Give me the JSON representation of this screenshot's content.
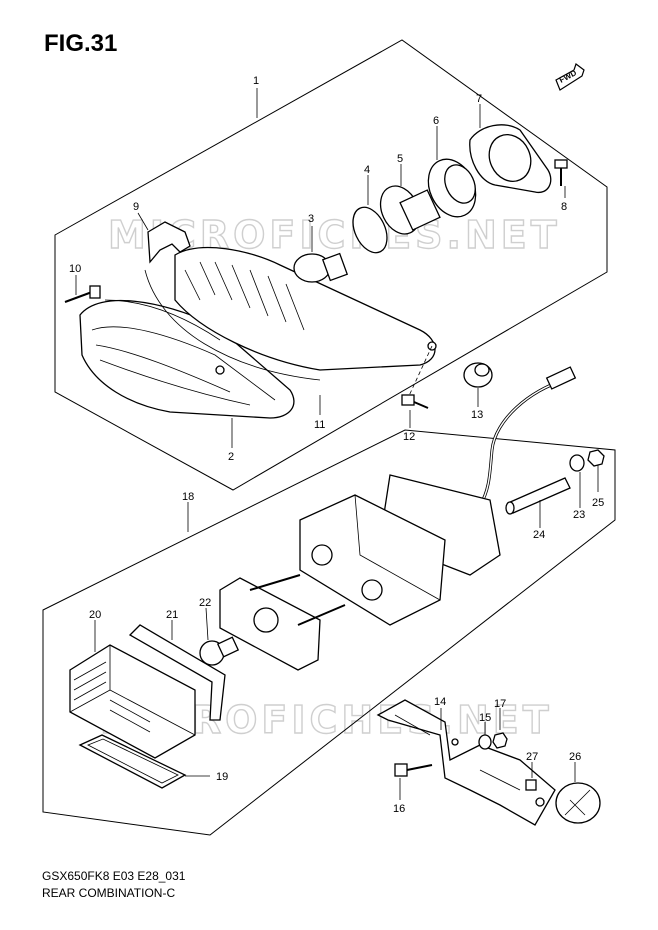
{
  "figure_title": "FIG.31",
  "fwd_label": "FWD",
  "model_code": "GSX650FK8 E03 E28_031",
  "diagram_name": "REAR COMBINATION-C",
  "watermark": "MICROFICHES.NET",
  "callouts": {
    "p1": "1",
    "p2": "2",
    "p3": "3",
    "p4": "4",
    "p5": "5",
    "p6": "6",
    "p7": "7",
    "p8": "8",
    "p9": "9",
    "p10": "10",
    "p11": "11",
    "p12": "12",
    "p13": "13",
    "p14": "14",
    "p15": "15",
    "p16": "16",
    "p17": "17",
    "p18": "18",
    "p19": "19",
    "p20": "20",
    "p21": "21",
    "p22": "22",
    "p23": "23",
    "p24": "24",
    "p25": "25",
    "p26": "26",
    "p27": "27"
  }
}
